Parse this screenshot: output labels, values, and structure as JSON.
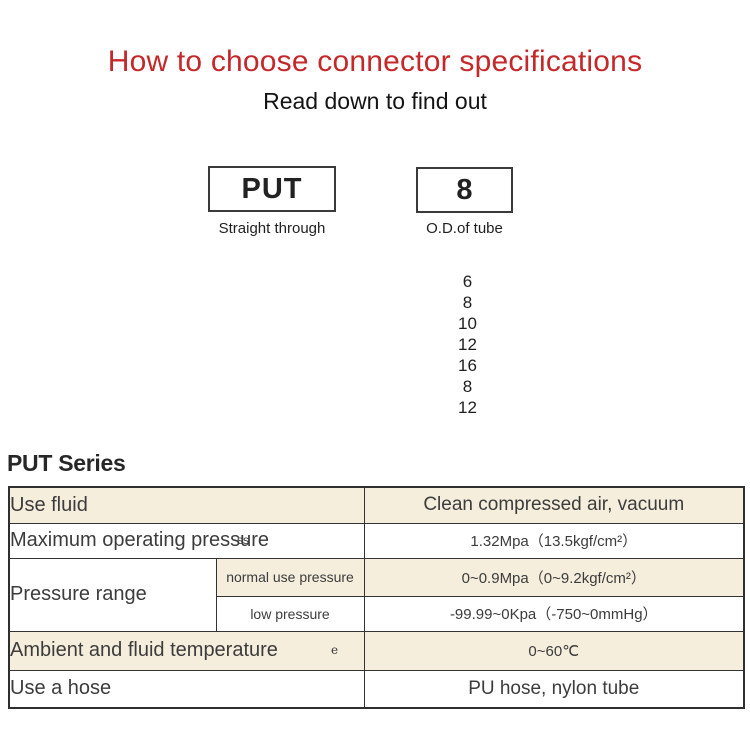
{
  "page": {
    "title": "How to choose connector specifications",
    "subtitle": "Read down to find out",
    "title_color": "#c4282a"
  },
  "selector": {
    "model_box": {
      "label": "PUT",
      "caption": "Straight through"
    },
    "size_box": {
      "label": "8",
      "caption": "O.D.of tube"
    },
    "size_options": [
      "6",
      "8",
      "10",
      "12",
      "16",
      "8",
      "12"
    ]
  },
  "series": {
    "heading": "PUT Series"
  },
  "spec_table": {
    "beige_color": "#f6eedd",
    "rows": [
      {
        "label": "Use fluid",
        "value": "Clean compressed air, vacuum"
      },
      {
        "label": "Maximum operating pressure",
        "value": "1.32Mpa（13.5kgf/cm²）"
      },
      {
        "label": "Pressure range",
        "sub_label": "normal use pressure",
        "value": "0~0.9Mpa（0~9.2kgf/cm²）"
      },
      {
        "sub_label": "low pressure",
        "value": "-99.99~0Kpa（-750~0mmHg）"
      },
      {
        "label": "Ambient and fluid temperature",
        "value": "0~60℃"
      },
      {
        "label": "Use a hose",
        "value": "PU hose, nylon tube"
      }
    ],
    "artifacts": {
      "pressure_overlay": "ss",
      "temperature_overlay": "e"
    }
  }
}
